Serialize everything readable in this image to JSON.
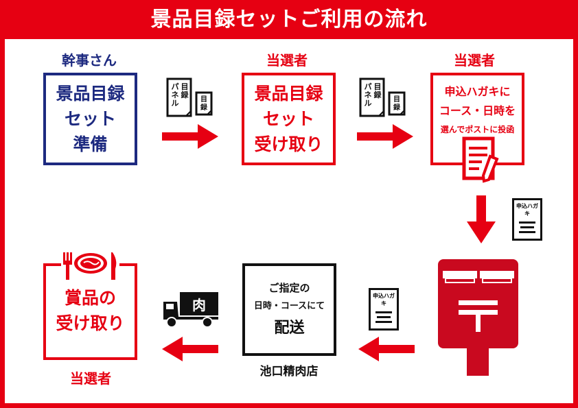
{
  "title": "景品目録セットご利用の流れ",
  "steps": {
    "prepare": {
      "role": "幹事さん",
      "lines": [
        "景品目録",
        "セット",
        "準備"
      ]
    },
    "receive_set": {
      "role": "当選者",
      "lines": [
        "景品目録",
        "セット",
        "受け取り"
      ]
    },
    "apply": {
      "role": "当選者",
      "lines": [
        "申込ハガキに",
        "コース・日時を",
        "選んでポストに投函"
      ]
    },
    "delivery": {
      "shop": "池口精肉店",
      "lines": [
        "ご指定の",
        "日時・コースにて",
        "配送"
      ]
    },
    "prize": {
      "role": "当選者",
      "lines": [
        "賞品の",
        "受け取り"
      ]
    }
  },
  "items": {
    "panel": "目録パネル",
    "catalog": "目録",
    "postcard": "申込ハガキ",
    "truck": "肉"
  },
  "colors": {
    "accent": "#e60012",
    "navy": "#1d2a80",
    "ink": "#111111"
  },
  "icons": [
    "document-pen-icon",
    "postbox-icon",
    "truck-icon",
    "meat-plate-icon",
    "arrow-right-icon",
    "arrow-down-icon",
    "arrow-left-icon"
  ]
}
